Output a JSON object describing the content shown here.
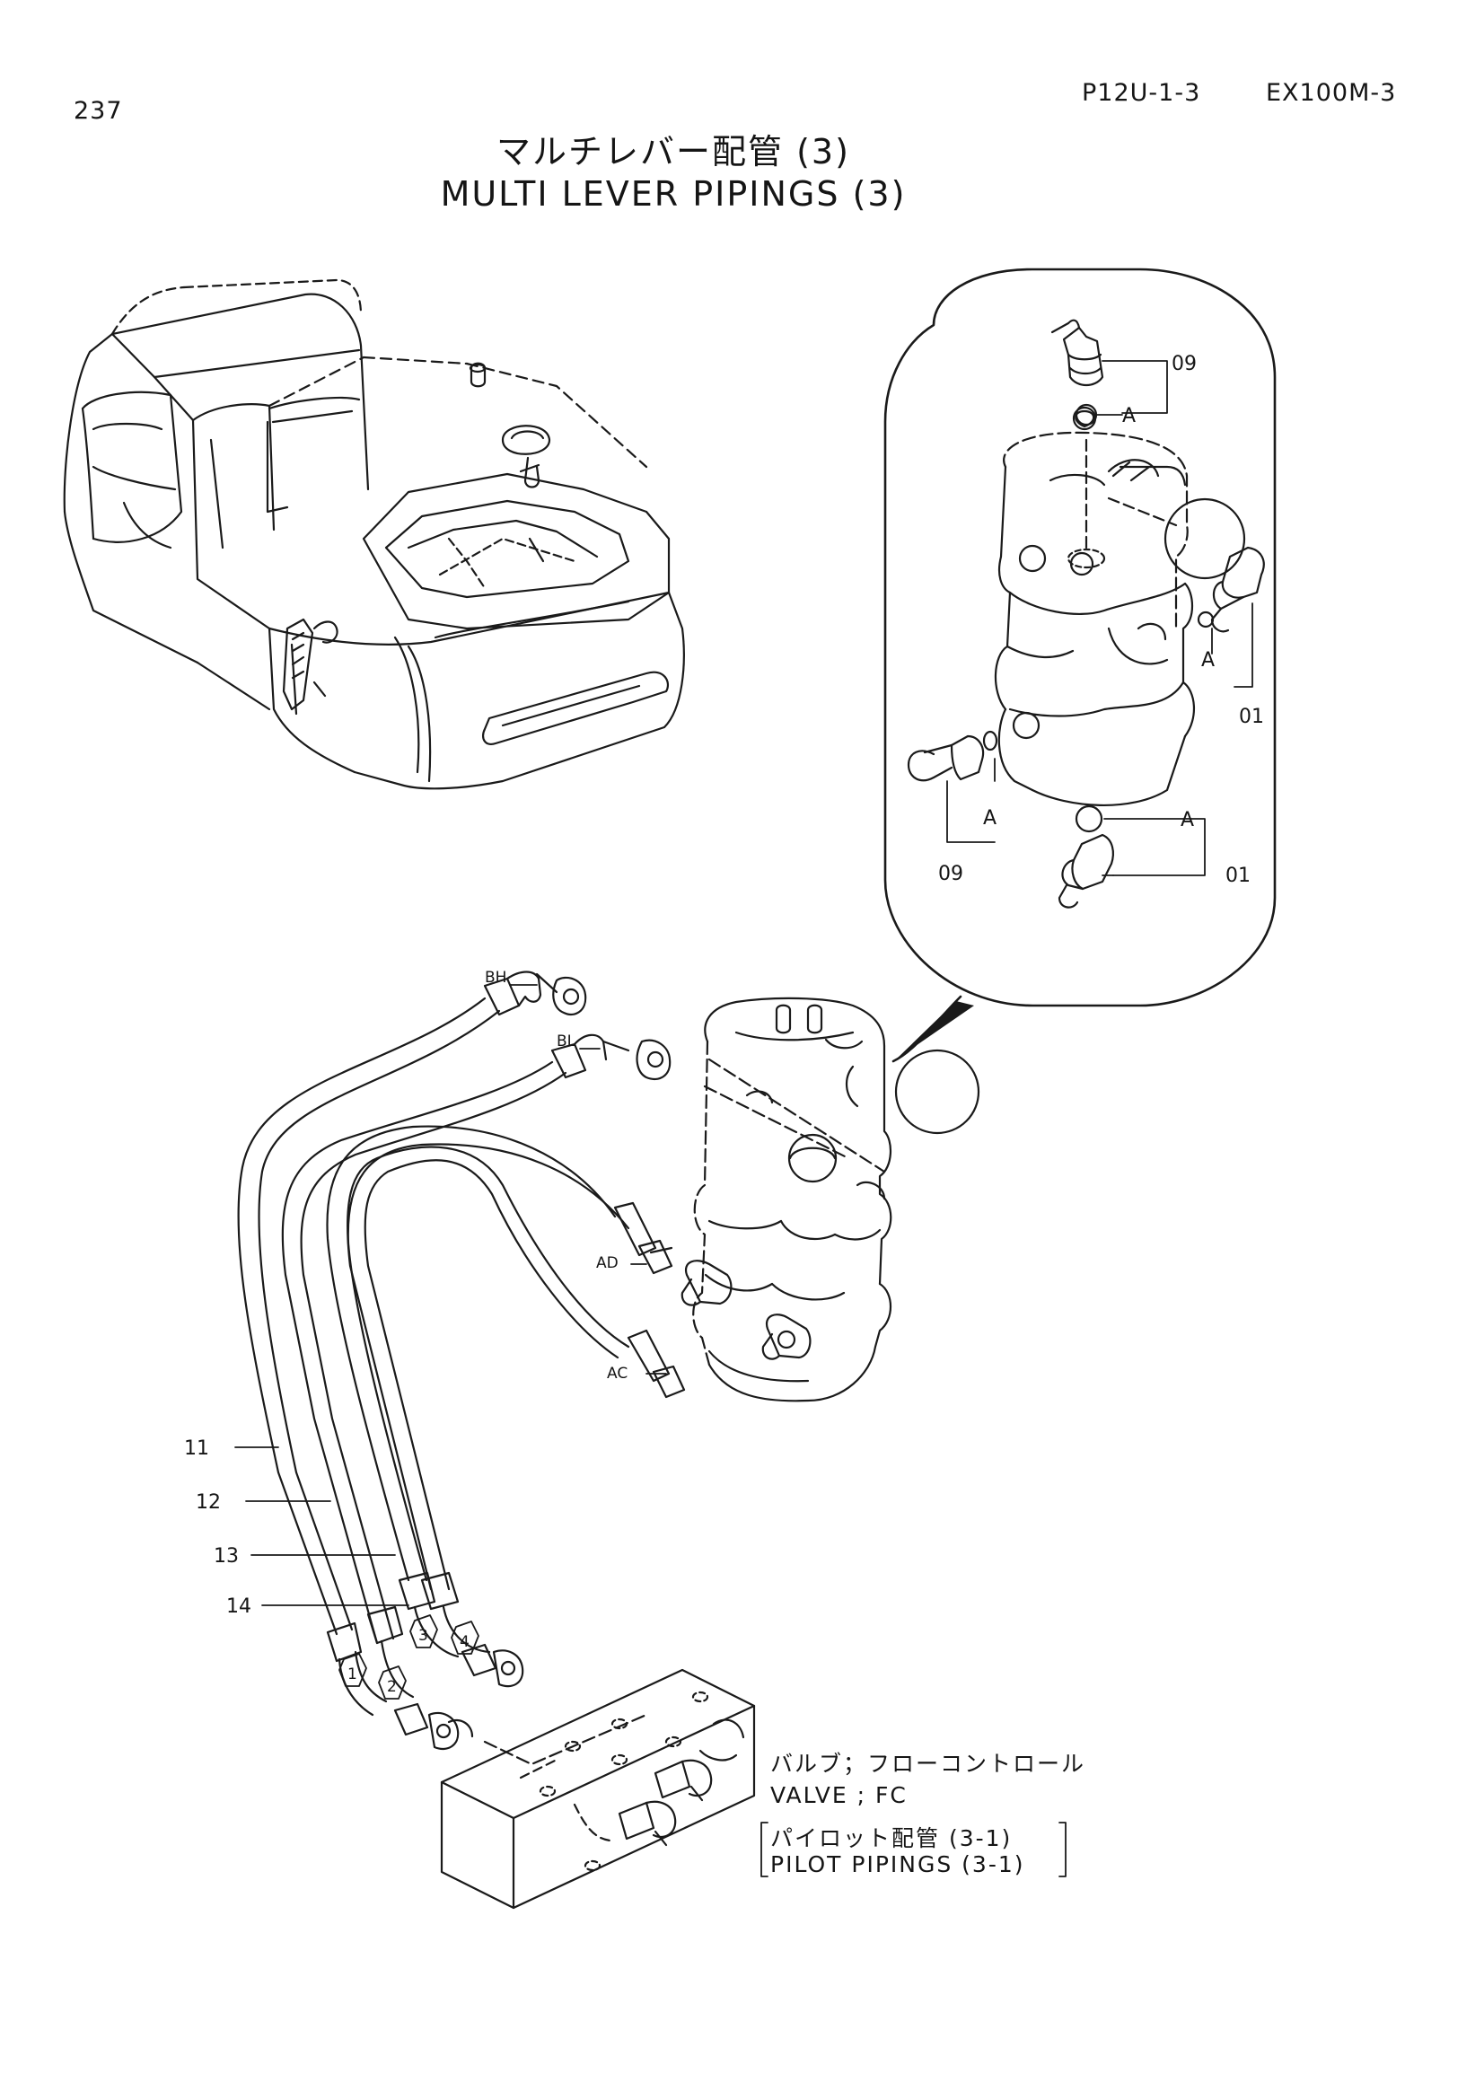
{
  "header": {
    "page_number": "237",
    "code": "P12U-1-3",
    "model": "EX100M-3"
  },
  "title": {
    "japanese": "マルチレバー配管 (3)",
    "english": "MULTI LEVER PIPINGS (3)"
  },
  "detail_callouts": {
    "top": "09",
    "right": "01",
    "left": "09",
    "bottom": "01",
    "a1": "A",
    "a2": "A",
    "a3": "A",
    "a4": "A"
  },
  "port_labels": {
    "bh": "BH",
    "bl": "BL",
    "ad": "AD",
    "ac": "AC"
  },
  "hose_callouts": {
    "h11": "11",
    "h12": "12",
    "h13": "13",
    "h14": "14",
    "n1": "1",
    "n2": "2",
    "n3": "3",
    "n4": "4"
  },
  "valve_note": {
    "jp_line1": "バルブ；フローコントロール",
    "en_line1": "VALVE ; FC",
    "jp_line2": "パイロット配管 (3-1)",
    "en_line2": "PILOT PIPINGS (3-1)"
  }
}
